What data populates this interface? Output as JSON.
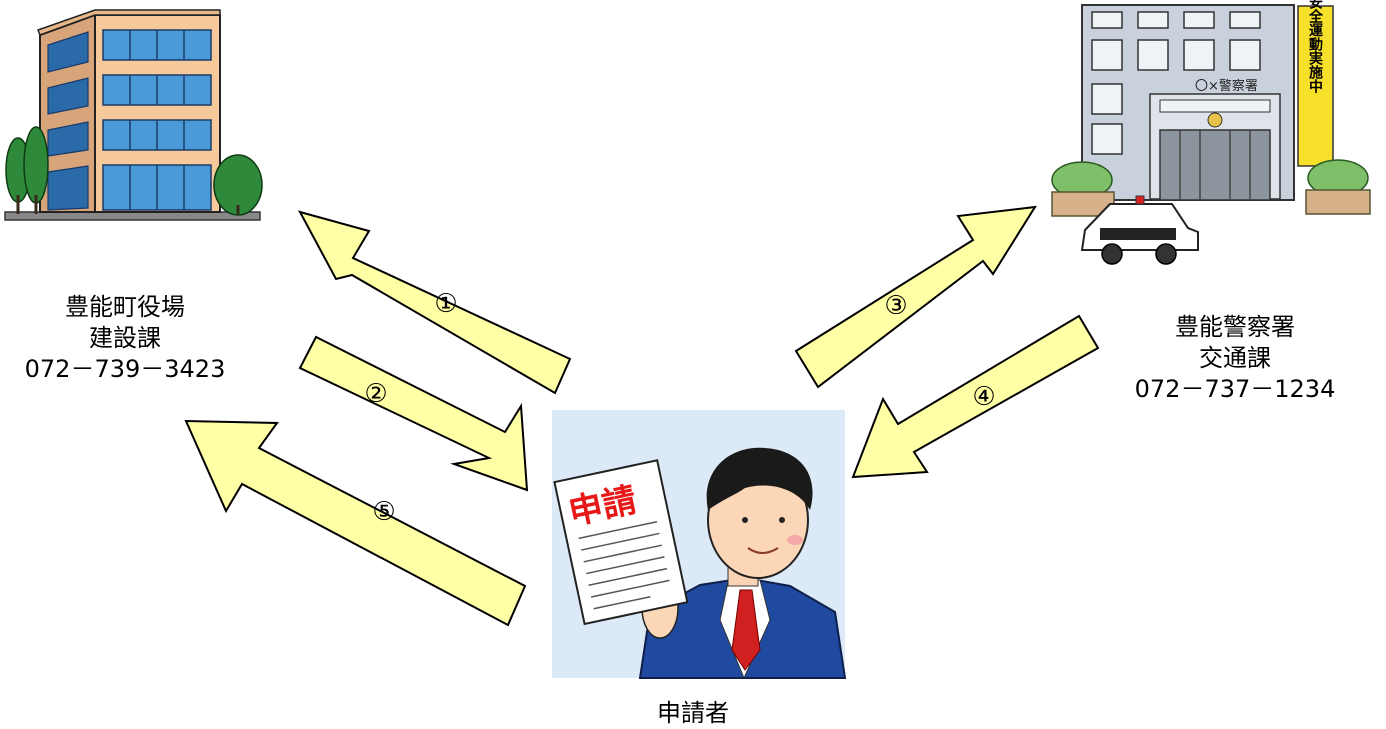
{
  "townhall": {
    "name": "豊能町役場",
    "department": "建設課",
    "phone": "072－739－3423"
  },
  "police": {
    "name": "豊能警察署",
    "department": "交通課",
    "phone": "072－737－1234",
    "sign": "〇×警察署",
    "banner": "交通安全運動実施中"
  },
  "applicant": {
    "label": "申請者",
    "stamp": "申請"
  },
  "arrows": [
    {
      "number": "①"
    },
    {
      "number": "②"
    },
    {
      "number": "③"
    },
    {
      "number": "④"
    },
    {
      "number": "⑤"
    }
  ],
  "colors": {
    "arrow_fill": "#FFFFA6",
    "arrow_stroke": "#000000",
    "applicant_bg": "#DCE9F7"
  }
}
